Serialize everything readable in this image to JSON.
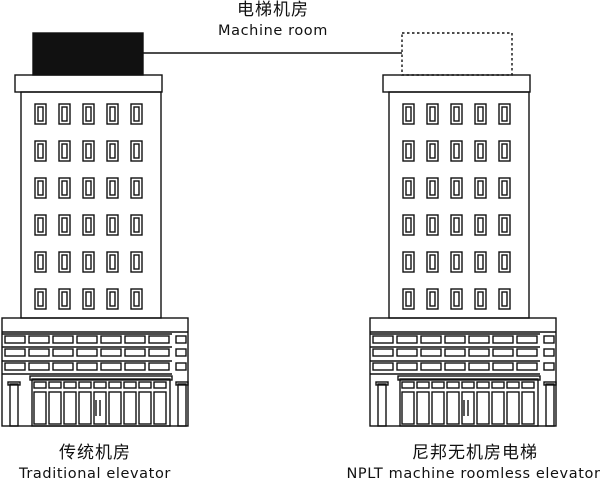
{
  "machine_room": {
    "zh": "电梯机房",
    "en": "Machine room"
  },
  "traditional": {
    "zh": "传统机房",
    "en": "Traditional elevator"
  },
  "machineless": {
    "zh": "尼邦无机房电梯",
    "en": "NPLT machine roomless elevator"
  },
  "colors": {
    "line": "#111111",
    "machine_room_fill": "#111111",
    "background": "#ffffff"
  }
}
